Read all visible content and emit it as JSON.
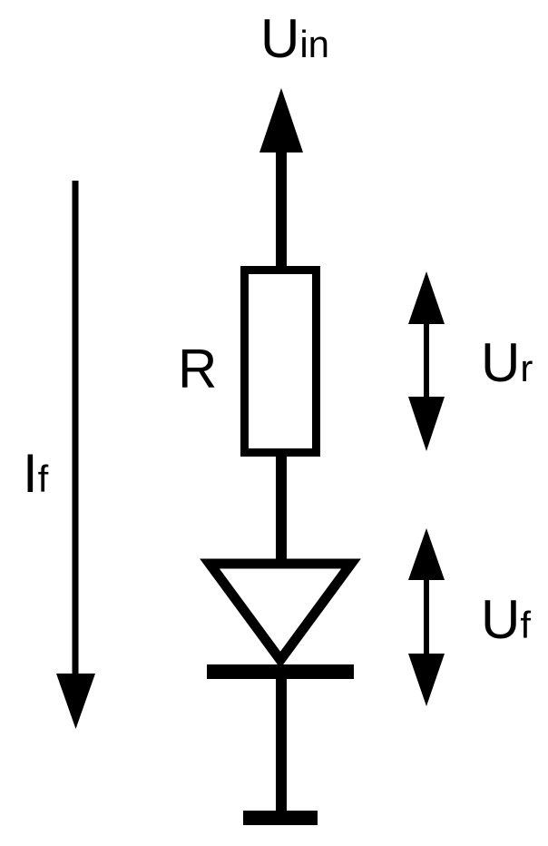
{
  "diagram": {
    "type": "circuit-schematic",
    "background": "#ffffff",
    "line_color": "#000000",
    "labels": {
      "input_voltage": {
        "main": "U",
        "sub": "in"
      },
      "resistor": {
        "main": "R",
        "sub": ""
      },
      "forward_current": {
        "main": "I",
        "sub": "f"
      },
      "resistor_voltage": {
        "main": "U",
        "sub": "r"
      },
      "forward_voltage": {
        "main": "U",
        "sub": "f"
      }
    }
  }
}
